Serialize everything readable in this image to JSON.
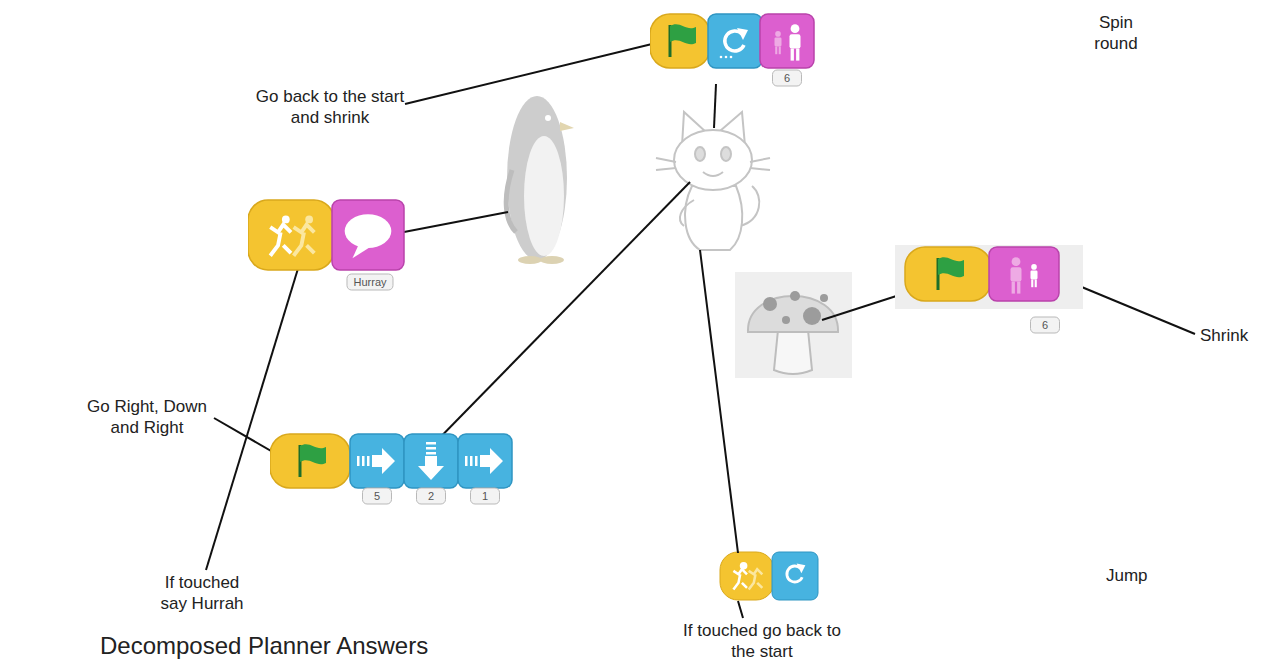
{
  "diagram": {
    "caption": "Decomposed Planner Answers",
    "nodes": [
      {
        "text": [
          "6"
        ]
      },
      {
        "text": [
          "Hurray"
        ]
      },
      {
        "text": [
          "6"
        ]
      },
      {
        "text": [
          "5",
          "2",
          "1"
        ]
      }
    ],
    "labels": [
      "Go back to the start and shrink",
      "Spin round",
      "If touched say Hurrah",
      "Go Right, Down and Right",
      "Shrink",
      "Jump",
      "If touched go back to the start"
    ]
  }
}
